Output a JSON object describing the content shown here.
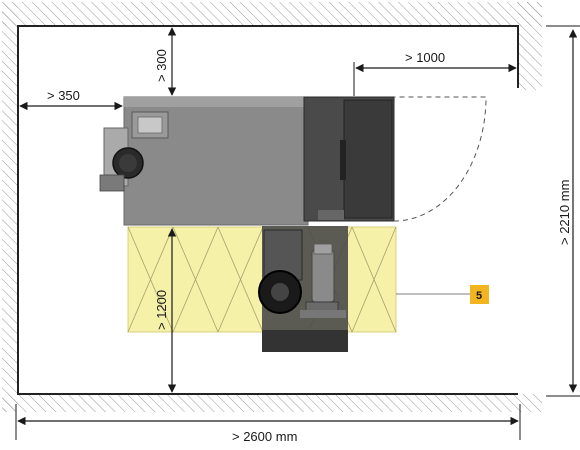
{
  "dimensions": {
    "left_clearance": "> 350",
    "top_clearance": "> 300",
    "front_clearance": "> 1000",
    "service_clearance": "> 1200",
    "room_depth": "> 2210 mm",
    "room_width": "> 2600 mm"
  },
  "callout": {
    "number": "5"
  },
  "colors": {
    "service_zone": "#f6f1a8",
    "boiler_body": "#8a8a8a",
    "door_panel": "#4a4a4a",
    "callout_badge": "#f2b51f",
    "wall_hatch": "#999999"
  }
}
